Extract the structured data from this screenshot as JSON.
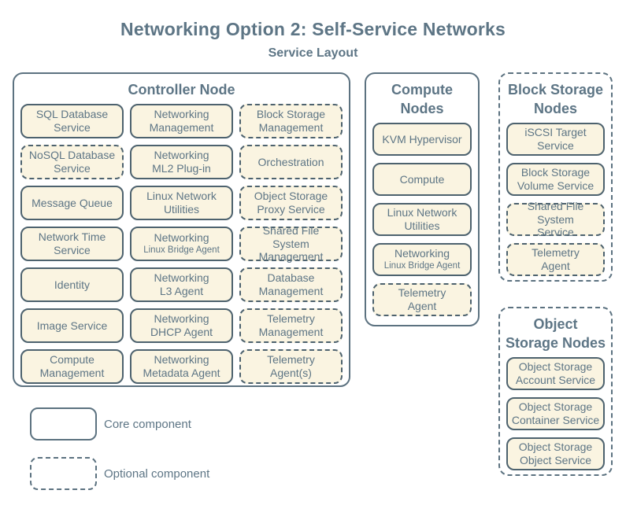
{
  "title": "Networking Option 2: Self-Service Networks",
  "subtitle": "Service Layout",
  "colors": {
    "background": "#ffffff",
    "box_fill": "#faf4e1",
    "box_border": "#4d626e",
    "container_border": "#5c7280",
    "text": "#5d7585"
  },
  "containers": {
    "controller": {
      "title_line1": "Controller Node",
      "title_line2": "",
      "style": "solid",
      "items": [
        {
          "line1": "SQL Database",
          "line2": "Service",
          "optional": false
        },
        {
          "line1": "Networking",
          "line2": "Management",
          "optional": false
        },
        {
          "line1": "Block Storage",
          "line2": "Management",
          "optional": true
        },
        {
          "line1": "NoSQL Database",
          "line2": "Service",
          "optional": true
        },
        {
          "line1": "Networking",
          "line2": "ML2 Plug-in",
          "optional": false
        },
        {
          "line1": "Orchestration",
          "line2": "",
          "optional": true
        },
        {
          "line1": "Message Queue",
          "line2": "",
          "optional": false
        },
        {
          "line1": "Linux Network",
          "line2": "Utilities",
          "optional": false
        },
        {
          "line1": "Object Storage",
          "line2": "Proxy Service",
          "optional": true
        },
        {
          "line1": "Network Time",
          "line2": "Service",
          "optional": false
        },
        {
          "line1": "Networking",
          "line2": "Linux Bridge Agent",
          "small2": true,
          "optional": false
        },
        {
          "line1": "Shared File System",
          "line2": "Management",
          "optional": true
        },
        {
          "line1": "Identity",
          "line2": "",
          "optional": false
        },
        {
          "line1": "Networking",
          "line2": "L3 Agent",
          "optional": false
        },
        {
          "line1": "Database",
          "line2": "Management",
          "optional": true
        },
        {
          "line1": "Image Service",
          "line2": "",
          "optional": false
        },
        {
          "line1": "Networking",
          "line2": "DHCP Agent",
          "optional": false
        },
        {
          "line1": "Telemetry",
          "line2": "Management",
          "optional": true
        },
        {
          "line1": "Compute",
          "line2": "Management",
          "optional": false
        },
        {
          "line1": "Networking",
          "line2": "Metadata Agent",
          "optional": false
        },
        {
          "line1": "Telemetry",
          "line2": "Agent(s)",
          "optional": true
        }
      ]
    },
    "compute": {
      "title_line1": "Compute",
      "title_line2": "Nodes",
      "style": "solid",
      "items": [
        {
          "line1": "KVM Hypervisor",
          "line2": "",
          "optional": false
        },
        {
          "line1": "Compute",
          "line2": "",
          "optional": false
        },
        {
          "line1": "Linux Network",
          "line2": "Utilities",
          "optional": false
        },
        {
          "line1": "Networking",
          "line2": "Linux Bridge Agent",
          "small2": true,
          "optional": false
        },
        {
          "line1": "Telemetry",
          "line2": "Agent",
          "optional": true
        }
      ]
    },
    "block_storage": {
      "title_line1": "Block Storage",
      "title_line2": "Nodes",
      "style": "dashed",
      "items": [
        {
          "line1": "iSCSI Target",
          "line2": "Service",
          "optional": false
        },
        {
          "line1": "Block Storage",
          "line2": "Volume Service",
          "optional": false
        },
        {
          "line1": "Shared File System",
          "line2": "Service",
          "optional": true
        },
        {
          "line1": "Telemetry",
          "line2": "Agent",
          "optional": true
        }
      ]
    },
    "object_storage": {
      "title_line1": "Object",
      "title_line2": "Storage Nodes",
      "style": "dashed",
      "items": [
        {
          "line1": "Object Storage",
          "line2": "Account Service",
          "optional": false
        },
        {
          "line1": "Object Storage",
          "line2": "Container Service",
          "optional": false
        },
        {
          "line1": "Object Storage",
          "line2": "Object Service",
          "optional": false
        }
      ]
    }
  },
  "legend": {
    "core_label": "Core component",
    "optional_label": "Optional component"
  }
}
